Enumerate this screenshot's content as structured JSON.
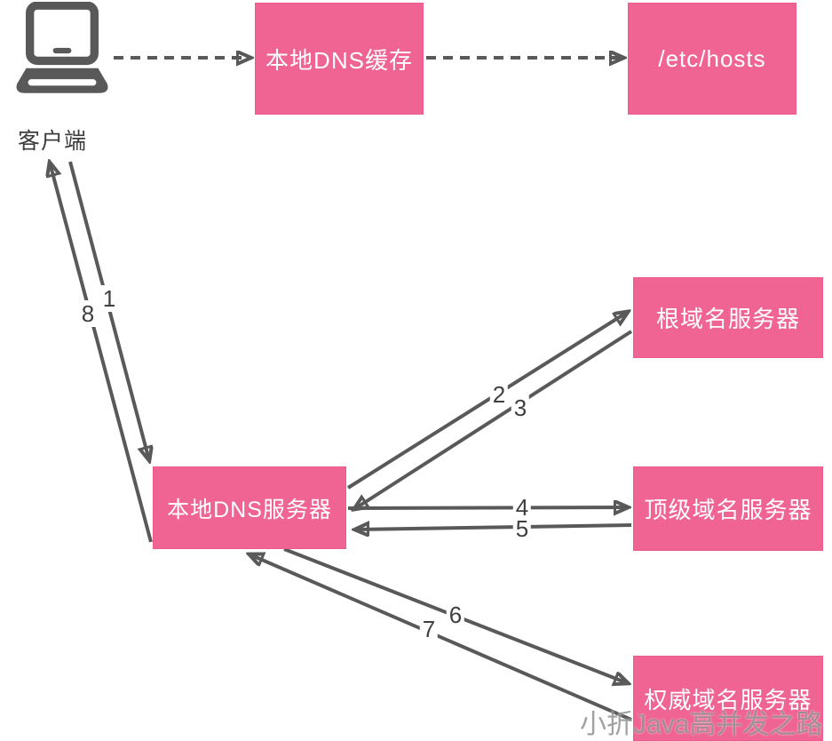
{
  "diagram": {
    "title_hint": "DNS resolution flow diagram",
    "watermark": "小折Java高并发之路"
  },
  "colors": {
    "node_pink": "#EF6493",
    "arrow_gray": "#595959",
    "label_dark": "#3F3F3F",
    "node_text": "#FFFFFF"
  },
  "nodes": {
    "client": {
      "label": "客户端"
    },
    "local_dns_cache": {
      "label": "本地DNS缓存"
    },
    "etc_hosts": {
      "label": "/etc/hosts"
    },
    "local_dns_server": {
      "label": "本地DNS服务器"
    },
    "root_dns_server": {
      "label": "根域名服务器"
    },
    "tld_dns_server": {
      "label": "顶级域名服务器"
    },
    "auth_dns_server": {
      "label": "权威域名服务器"
    }
  },
  "steps": {
    "s1": "1",
    "s2": "2",
    "s3": "3",
    "s4": "4",
    "s5": "5",
    "s6": "6",
    "s7": "7",
    "s8": "8"
  }
}
